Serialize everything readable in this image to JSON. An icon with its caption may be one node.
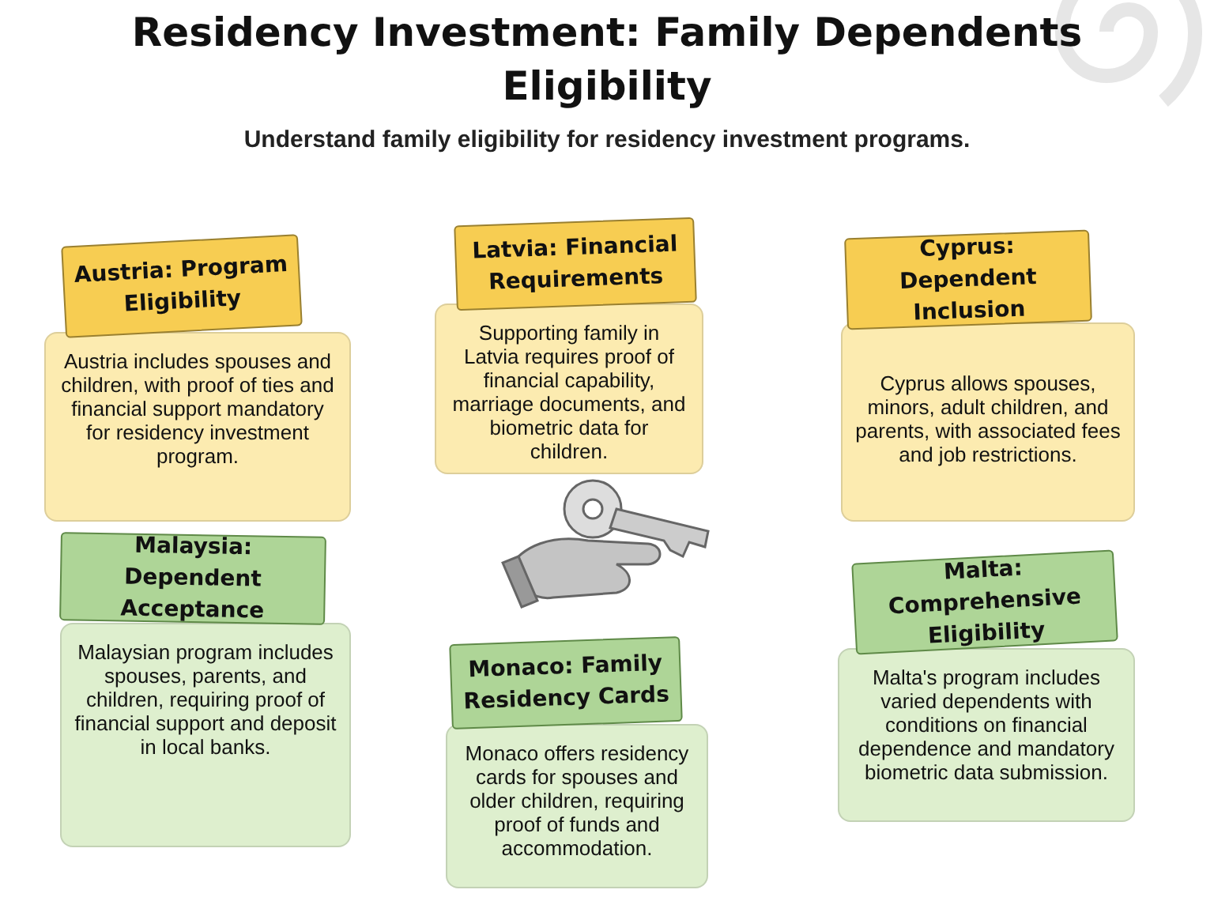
{
  "diagram": {
    "title": "Residency Investment: Family Dependents Eligibility",
    "nodes": [
      {
        "text": [
          "Austria: Program Eligibility",
          "Austria includes spouses and children, with proof of ties and financial support mandatory for residency investment program."
        ]
      },
      {
        "text": [
          "Latvia: Financial Requirements",
          "Supporting family in Latvia requires proof of financial capability, marriage documents, and biometric data for children."
        ]
      },
      {
        "text": [
          "Cyprus: Dependent Inclusion",
          "Cyprus allows spouses, minors, adult children, and parents, with associated fees and job restrictions."
        ]
      },
      {
        "text": [
          "Malaysia: Dependent Acceptance",
          "Malaysian program includes spouses, parents, and children, requiring proof of financial support and deposit in local banks."
        ]
      },
      {
        "text": [
          "Monaco: Family Residency Cards",
          "Monaco offers residency cards for spouses and older children, requiring proof of funds and accommodation."
        ]
      },
      {
        "text": [
          "Malta: Comprehensive Eligibility",
          "Malta's program includes varied dependents with conditions on financial dependence and mandatory biometric data submission."
        ]
      }
    ],
    "labels": [
      "Understand family eligibility for residency investment programs."
    ]
  }
}
